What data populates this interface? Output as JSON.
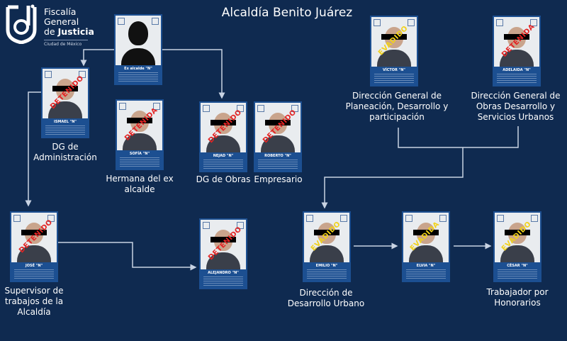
{
  "logo": {
    "line1": "Fiscalía",
    "line2": "General",
    "line3_prefix": "de ",
    "line3_bold": "Justicia",
    "subtitle": "Ciudad de México"
  },
  "title": "Alcaldía Benito Juárez",
  "colors": {
    "background": "#0f2a50",
    "card": "#1c4f91",
    "detained": "#e32424",
    "evaded": "#f2d21b",
    "connector": "#c8d3e3"
  },
  "people": [
    {
      "id": "ex-alcalde",
      "name": "Ex alcalde \"N\"",
      "status": "",
      "role": ""
    },
    {
      "id": "ismael",
      "name": "ISMAEL \"N\"",
      "status": "DETENIDO",
      "role": "DG de Administración"
    },
    {
      "id": "sofia",
      "name": "SOFÍA \"N\"",
      "status": "DETENIDA",
      "role": "Hermana del ex alcalde"
    },
    {
      "id": "nejad",
      "name": "NEJAD \"N\"",
      "status": "DETENIDO",
      "role": "DG de Obras"
    },
    {
      "id": "roberto",
      "name": "ROBERTO \"N\"",
      "status": "DETENIDO",
      "role": "Empresario"
    },
    {
      "id": "victor",
      "name": "VÍCTOR \"N\"",
      "status": "EVADIDO",
      "role": "Dirección General de Planeación, Desarrollo y participación"
    },
    {
      "id": "adelaida",
      "name": "ADELAIDA \"N\"",
      "status": "DETENIDA",
      "role": "Dirección General de Obras Desarrollo y Servicios Urbanos"
    },
    {
      "id": "jose",
      "name": "JOSÉ \"N\"",
      "status": "DETENIDO",
      "role": "Supervisor de trabajos de la Alcaldía"
    },
    {
      "id": "alejandro",
      "name": "ALEJANDRO \"N\"",
      "status": "DETENIDO",
      "role": ""
    },
    {
      "id": "emilio",
      "name": "EMILIO \"N\"",
      "status": "EVADIDO",
      "role": "Dirección de Desarrollo Urbano"
    },
    {
      "id": "elvia",
      "name": "ELVIA \"N\"",
      "status": "EVADIDA",
      "role": ""
    },
    {
      "id": "cesar",
      "name": "CÉSAR \"N\"",
      "status": "EVADIDO",
      "role": "Trabajador por Honorarios"
    }
  ]
}
